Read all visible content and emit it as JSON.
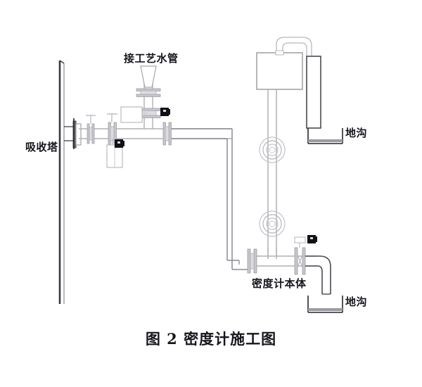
{
  "figure": {
    "caption": "图 2  密度计施工图",
    "type": "engineering-piping-diagram"
  },
  "labels": {
    "absorption_tower": "吸收塔",
    "process_water_pipe": "接工艺水管",
    "densitometer_body": "密度计本体",
    "trench_top": "地沟",
    "trench_bottom": "地沟"
  },
  "colors": {
    "background": "#ffffff",
    "pipe_line": "#b0b0b5",
    "pipe_line_dark": "#6f6f76",
    "structure_dark": "#3a3a42",
    "text": "#15151c",
    "marker_fill": "#101018",
    "trench_fill": "#9a9aa2"
  },
  "components": [
    {
      "name": "absorption-tower-wall",
      "kind": "vessel-wall"
    },
    {
      "name": "tower-nozzle-flange",
      "kind": "flange"
    },
    {
      "name": "isolation-valve-1",
      "kind": "gate-valve"
    },
    {
      "name": "isolation-valve-2",
      "kind": "gate-valve"
    },
    {
      "name": "flush-valve-vertical",
      "kind": "globe-valve"
    },
    {
      "name": "funnel-top",
      "kind": "funnel"
    },
    {
      "name": "instrument-box-left",
      "kind": "junction-box"
    },
    {
      "name": "drain-box-lower-left",
      "kind": "junction-box"
    },
    {
      "name": "densitometer-transmitter",
      "kind": "instrument-box"
    },
    {
      "name": "sight-flange-upper",
      "kind": "circular-flange"
    },
    {
      "name": "sight-flange-lower",
      "kind": "circular-flange"
    },
    {
      "name": "densitometer-body-valve",
      "kind": "valve-x"
    },
    {
      "name": "drain-elbow",
      "kind": "elbow-pipe"
    },
    {
      "name": "trench-channel-top",
      "kind": "trench"
    },
    {
      "name": "trench-channel-bottom",
      "kind": "trench"
    }
  ],
  "markers": [
    {
      "name": "tag-marker-1"
    },
    {
      "name": "tag-marker-2"
    },
    {
      "name": "tag-marker-3"
    }
  ]
}
